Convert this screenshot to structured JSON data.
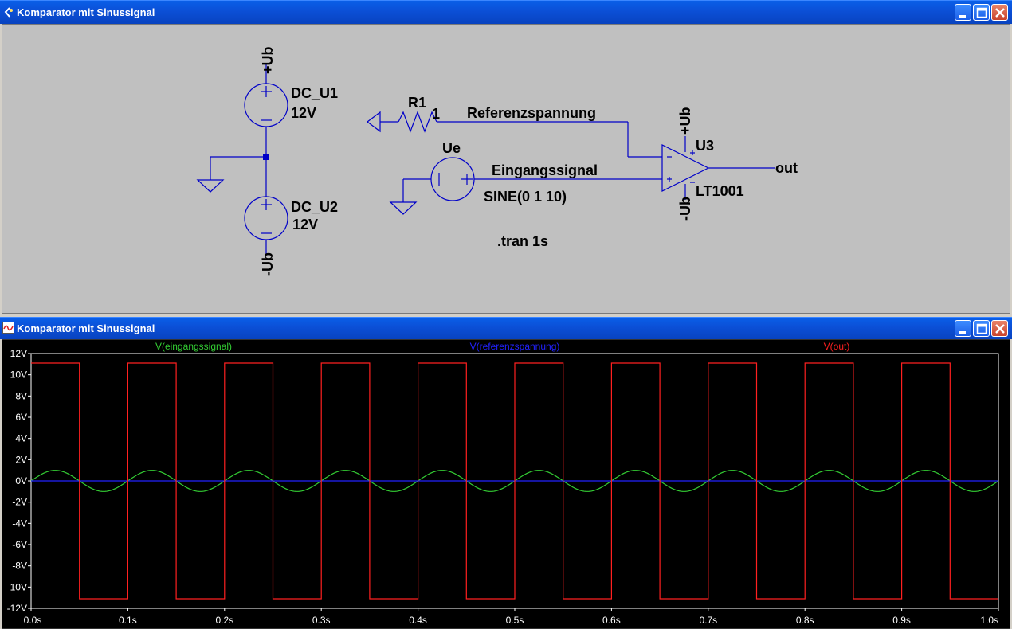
{
  "windows": {
    "schematic": {
      "title": "Komparator mit Sinussignal"
    },
    "plot": {
      "title": "Komparator mit Sinussignal"
    }
  },
  "colors": {
    "titlebar": "#0b4fd6",
    "wire": "#0000c8",
    "schematic_bg": "#c0c0c0",
    "plot_bg": "#000000",
    "trace_input": "#33cc33",
    "trace_reference": "#2222ff",
    "trace_out": "#ff2020"
  },
  "icons": [
    "lt-icon",
    "waveform-icon",
    "minimize-icon",
    "maximize-icon",
    "close-icon"
  ],
  "schematic": {
    "dc_u1": {
      "name": "DC_U1",
      "value": "12V",
      "net": "+Ub"
    },
    "dc_u2": {
      "name": "DC_U2",
      "value": "12V",
      "net": "-Ub"
    },
    "r1": {
      "name": "R1",
      "value": "1"
    },
    "ue": {
      "name": "Ue",
      "value": "SINE(0 1 10)"
    },
    "u3": {
      "name": "U3",
      "model": "LT1001",
      "pos_supply": "+Ub",
      "neg_supply": "-Ub"
    },
    "net_labels": {
      "reference": "Referenzspannung",
      "input": "Eingangssignal",
      "output": "out"
    },
    "directive": ".tran 1s"
  },
  "chart_data": {
    "type": "line",
    "x_ticks": [
      "0.0s",
      "0.1s",
      "0.2s",
      "0.3s",
      "0.4s",
      "0.5s",
      "0.6s",
      "0.7s",
      "0.8s",
      "0.9s",
      "1.0s"
    ],
    "y_ticks": [
      "12V",
      "10V",
      "8V",
      "6V",
      "4V",
      "2V",
      "0V",
      "-2V",
      "-4V",
      "-6V",
      "-8V",
      "-10V",
      "-12V"
    ],
    "xlim": [
      0,
      1
    ],
    "ylim": [
      -12,
      12
    ],
    "grid": false,
    "series": [
      {
        "name": "V(eingangssignal)",
        "color": "#33cc33",
        "kind": "sine",
        "amplitude": 1,
        "frequency_hz": 10,
        "offset": 0
      },
      {
        "name": "V(referenzspannung)",
        "color": "#2222ff",
        "kind": "constant",
        "value": 0
      },
      {
        "name": "V(out)",
        "color": "#ff2020",
        "kind": "square",
        "high": 11.1,
        "low": -11.1,
        "start_high": true,
        "transitions": [
          0.05,
          0.1,
          0.15,
          0.2,
          0.25,
          0.3,
          0.35,
          0.4,
          0.45,
          0.5,
          0.55,
          0.6,
          0.65,
          0.7,
          0.75,
          0.8,
          0.85,
          0.9,
          0.95
        ]
      }
    ]
  }
}
